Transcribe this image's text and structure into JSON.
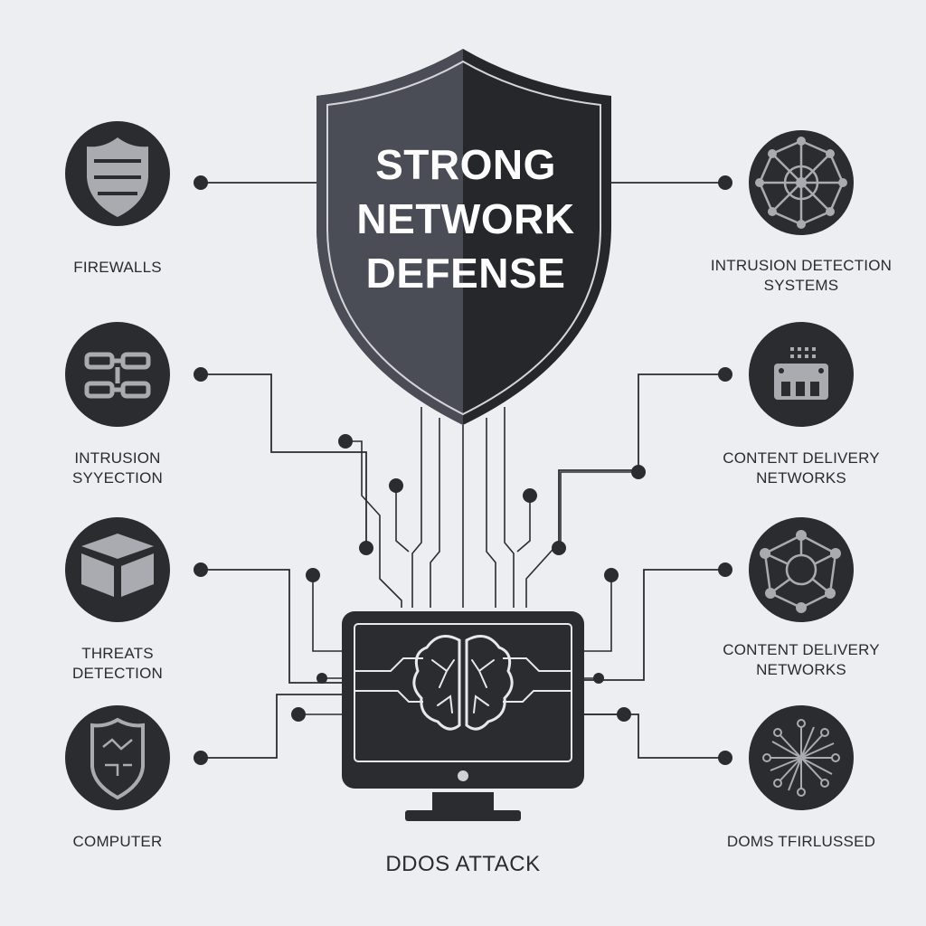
{
  "center": {
    "title_lines": [
      "STRONG",
      "NETWORK",
      "DEFENSE"
    ],
    "bottom_label": "DDOS ATTACK"
  },
  "left_nodes": [
    {
      "label_lines": [
        "FIREWALLS"
      ],
      "icon": "firewall-shield-icon"
    },
    {
      "label_lines": [
        "INTRUSION",
        "SYYECTION"
      ],
      "icon": "network-modules-icon"
    },
    {
      "label_lines": [
        "THREATS",
        "DETECTION"
      ],
      "icon": "threat-cube-icon"
    },
    {
      "label_lines": [
        "COMPUTER"
      ],
      "icon": "circuit-shield-icon"
    }
  ],
  "right_nodes": [
    {
      "label_lines": [
        "INTRUSION DETECTION",
        "SYSTEMS"
      ],
      "icon": "network-web-icon"
    },
    {
      "label_lines": [
        "CONTENT DELIVERY",
        "NETWORKS"
      ],
      "icon": "server-rack-icon"
    },
    {
      "label_lines": [
        "CONTENT DELIVERY",
        "NETWORKS"
      ],
      "icon": "network-polygon-icon"
    },
    {
      "label_lines": [
        "DOMS TFIRLUSSED"
      ],
      "icon": "starburst-network-icon"
    }
  ],
  "colors": {
    "background": "#eceef1",
    "dark": "#2b2c30",
    "shield_light": "#4a4d55",
    "shield_dark": "#26272b",
    "icon_gray": "#a9abb1",
    "line": "#2b2c30"
  }
}
